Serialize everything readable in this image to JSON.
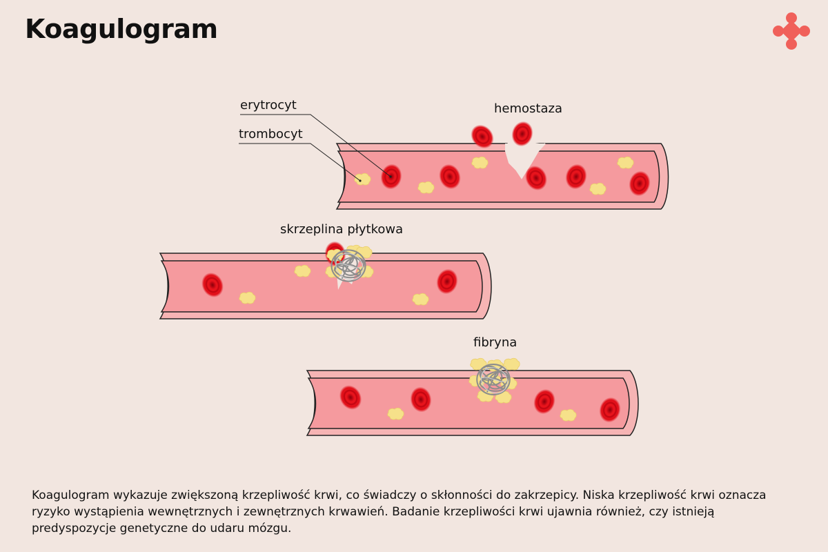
{
  "title": "Koagulogram",
  "brand_logo": "medical-plus-logo",
  "labels": {
    "erythrocyte": "erytrocyt",
    "thrombocyte": "trombocyt",
    "hemostasis": "hemostaza",
    "platelet_clot": "skrzeplina płytkowa",
    "fibrin": "fibryna"
  },
  "description": "Koagulogram wykazuje zwiększoną krzepliwość krwi, co świadczy o skłonności do zakrzepicy. Niska krzepliwość krwi oznacza ryzyko wystąpienia wewnętrznych i zewnętrznych krwawień. Badanie krzepliwości krwi ujawnia również, czy istnieją predyspozycje genetyczne do udaru mózgu.",
  "colors": {
    "background": "#f2e6e0",
    "vessel_wall": "#f6b4b4",
    "vessel_lumen": "#f59a9e",
    "erythrocyte": "#e0101a",
    "thrombocyte": "#f5e08a",
    "fibrin": "#8d8d8d",
    "logo": "#f0605a"
  }
}
